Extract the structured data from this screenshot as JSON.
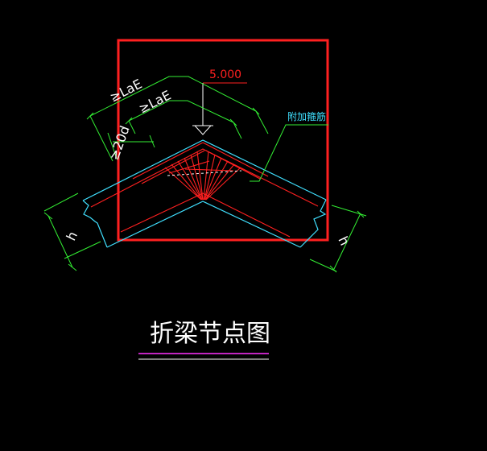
{
  "drawing": {
    "title": "折梁节点图",
    "elevation_label": "5.000",
    "anchor_label_1": "≥LaE",
    "anchor_label_2": "≥LaE",
    "bar_dia_label": "≥20d",
    "added_bar_label": "附加箍筋",
    "h_label_left": "h",
    "h_label_right": "h"
  },
  "colors": {
    "background": "#000000",
    "highlight_box": "#ff2020",
    "rebar": "#ff2020",
    "beam_outline": "#40e0ff",
    "dimension": "#33ee33",
    "text": "#ffffff",
    "title_underline_top": "#ff30ff",
    "title_underline_bottom": "#ffffff"
  }
}
